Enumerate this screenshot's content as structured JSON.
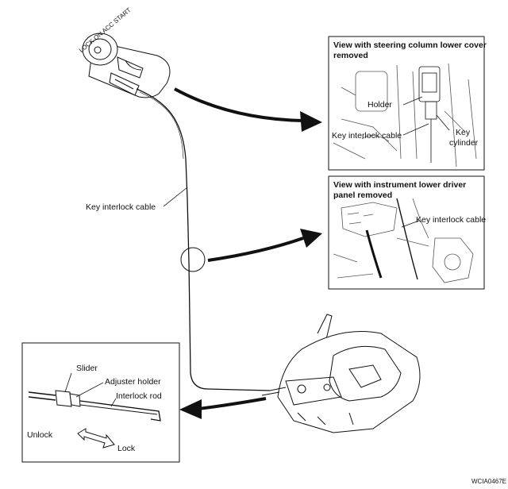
{
  "panels": {
    "steering": {
      "title_line1": "View with steering column lower cover",
      "title_line2": "removed",
      "labels": {
        "holder": "Holder",
        "key_interlock_cable": "Key interlock cable",
        "key_cylinder_line1": "Key",
        "key_cylinder_line2": "cylinder"
      }
    },
    "instrument": {
      "title_line1": "View with instrument lower driver",
      "title_line2": "panel removed",
      "labels": {
        "key_interlock_cable": "Key interlock cable"
      }
    },
    "slider": {
      "labels": {
        "slider": "Slider",
        "adjuster_holder": "Adjuster holder",
        "interlock_rod": "Interlock rod",
        "unlock": "Unlock",
        "lock": "Lock"
      }
    }
  },
  "main_labels": {
    "key_interlock_cable": "Key interlock cable",
    "ignition_text": "LOCK ON ACC START"
  },
  "figure_code": "WCIA0467E"
}
